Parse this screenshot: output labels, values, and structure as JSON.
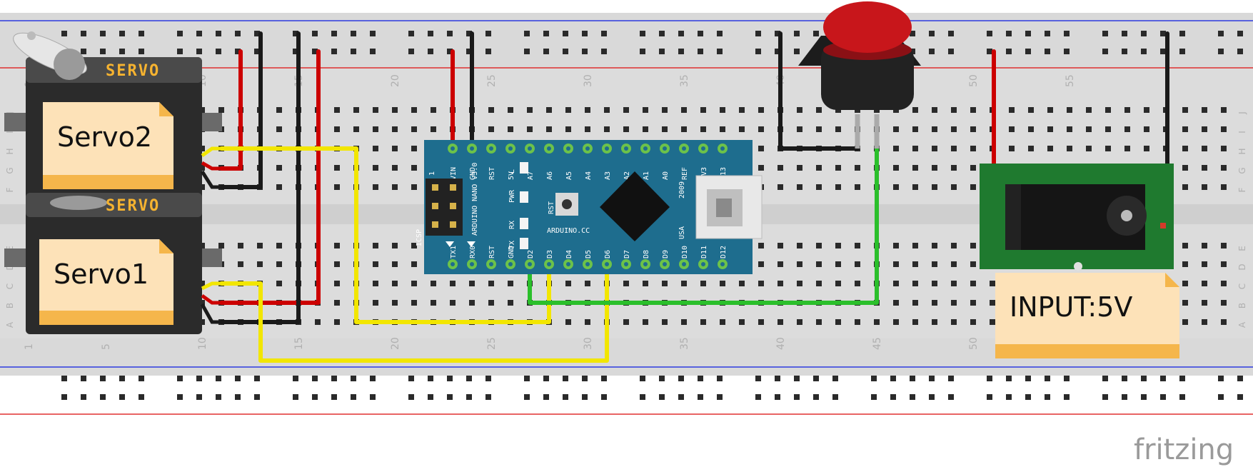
{
  "breadboard": {
    "column_numbers": [
      "1",
      "5",
      "10",
      "15",
      "20",
      "25",
      "30",
      "35",
      "40",
      "45",
      "50",
      "55"
    ],
    "row_letters_top": [
      "J",
      "I",
      "H",
      "G",
      "F"
    ],
    "row_letters_bottom": [
      "E",
      "D",
      "C",
      "B",
      "A"
    ]
  },
  "arduino": {
    "top_pins": [
      "D13",
      "3V3",
      "REF",
      "A0",
      "A1",
      "A2",
      "A3",
      "A4",
      "A5",
      "A6",
      "A7",
      "5V",
      "RST",
      "GND",
      "VIN"
    ],
    "bottom_pins": [
      "D12",
      "D11",
      "D10",
      "D9",
      "D8",
      "D7",
      "D6",
      "D5",
      "D4",
      "D3",
      "D2",
      "GND",
      "RST",
      "RX0",
      "TX1"
    ],
    "board_name": "ARDUINO NANO V3.0",
    "site": "ARDUINO.CC",
    "year": "2009",
    "usa": "USA",
    "icsp": "ICSP",
    "pin1": "1",
    "led_labels": [
      "L",
      "PWR",
      "RX",
      "TX"
    ],
    "rst_label": "RST"
  },
  "servo_top": {
    "brand": "SERVO",
    "note": "Servo2"
  },
  "servo_bottom": {
    "brand": "SERVO",
    "note": "Servo1"
  },
  "power_jack": {
    "note": "INPUT:5V"
  },
  "footer": {
    "brand": "fritzing"
  },
  "colors": {
    "board": "#dcdcdc",
    "wire_red": "#cc0000",
    "wire_black": "#1a1a1a",
    "wire_yellow": "#f2e600",
    "wire_green": "#2bbf2b",
    "arduino": "#1e6d8e",
    "note": "#fde2b8",
    "note_fold": "#f5b64b",
    "button_cap": "#c8161b"
  }
}
